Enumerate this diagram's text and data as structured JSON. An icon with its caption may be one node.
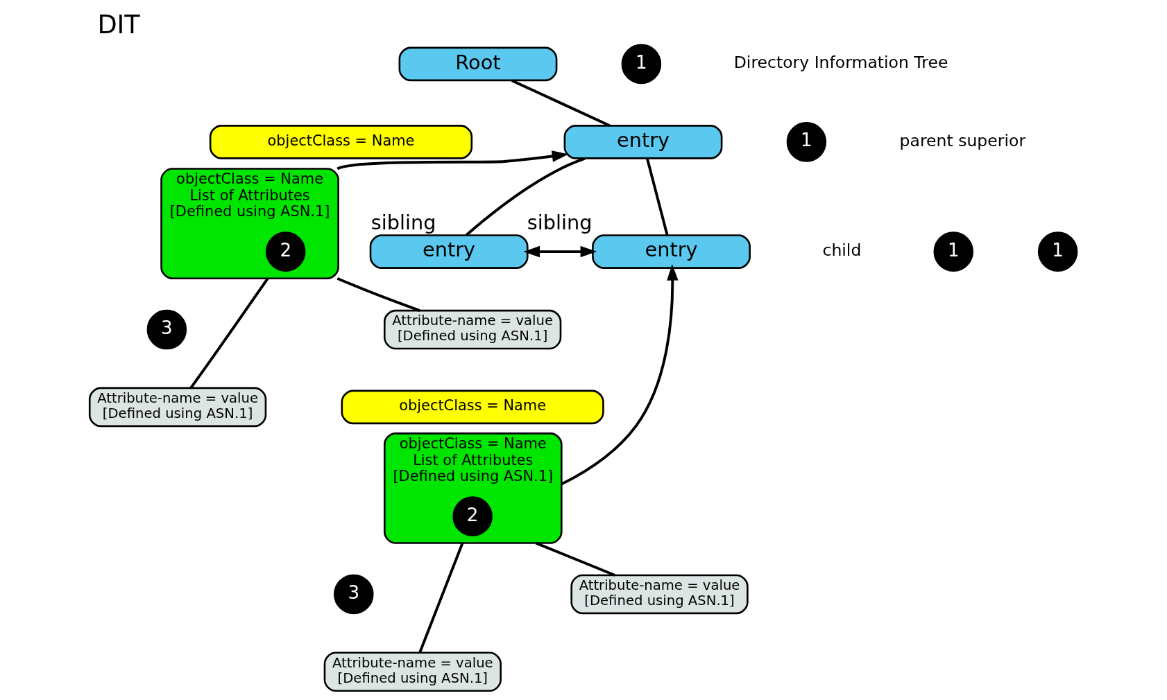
{
  "diagram": {
    "title": "DIT",
    "nodes": [
      {
        "text": [
          "Root"
        ]
      },
      {
        "text": [
          "1"
        ]
      },
      {
        "text": [
          "objectClass = Name"
        ]
      },
      {
        "text": [
          "entry"
        ]
      },
      {
        "text": [
          "objectClass = Name",
          "List of Attributes",
          "[Defined using ASN.1]"
        ]
      },
      {
        "text": [
          "2"
        ],
        "in": 4
      },
      {
        "text": [
          "1"
        ]
      },
      {
        "text": [
          "3"
        ]
      },
      {
        "text": [
          "Attribute-name = value",
          "[Defined using ASN.1]"
        ]
      },
      {
        "text": [
          "Attribute-name = value",
          "[Defined using ASN.1]"
        ]
      },
      {
        "text": [
          "1"
        ]
      },
      {
        "text": [
          "1"
        ]
      },
      {
        "text": [
          "objectClass = Name"
        ]
      },
      {
        "text": [
          "entry"
        ],
        "beside": [
          "sibling"
        ]
      },
      {
        "text": [
          "entry"
        ],
        "beside": [
          "sibling"
        ]
      },
      {
        "text": [
          "objectClass = Name",
          "List of Attributes",
          "[Defined using ASN.1]"
        ]
      },
      {
        "text": [
          "2"
        ],
        "in": 15
      },
      {
        "text": [
          "3"
        ]
      },
      {
        "text": [
          "Attribute-name = value",
          "[Defined using ASN.1]"
        ]
      },
      {
        "text": [
          "Attribute-name = value",
          "[Defined using ASN.1]"
        ]
      }
    ],
    "edges": [
      {
        "from": 0,
        "to": 3,
        "arrow": "none"
      },
      {
        "from": 3,
        "to": 13,
        "arrow": "none"
      },
      {
        "from": 3,
        "to": 14,
        "arrow": "none"
      },
      {
        "from": 4,
        "to": 3,
        "arrow": "to"
      },
      {
        "from": 4,
        "to": 8,
        "arrow": "none"
      },
      {
        "from": 4,
        "to": 9,
        "arrow": "none"
      },
      {
        "from": 13,
        "to": 14,
        "arrow": "both"
      },
      {
        "from": 15,
        "to": 14,
        "arrow": "to"
      },
      {
        "from": 15,
        "to": 18,
        "arrow": "none"
      },
      {
        "from": 15,
        "to": 19,
        "arrow": "none"
      }
    ],
    "labels": [
      "Directory Information Tree",
      "child",
      "parent superior"
    ]
  }
}
